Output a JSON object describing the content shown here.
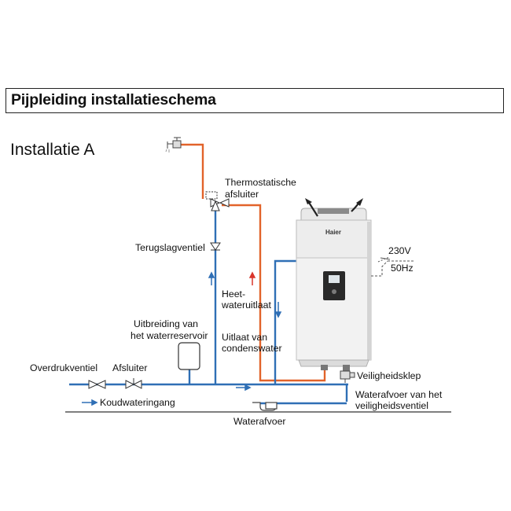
{
  "title": "Pijpleiding installatieschema",
  "subtitle": "Installatie A",
  "labels": {
    "thermo_1": "Thermostatische",
    "thermo_2": "afsluiter",
    "terugslag": "Terugslagventiel",
    "voltage": "230V",
    "frequency": "50Hz",
    "heet_1": "Heet-",
    "heet_2": "wateruitlaat",
    "uitbreiding_1": "Uitbreiding van",
    "uitbreiding_2": "het waterreservoir",
    "uitlaat_1": "Uitlaat van",
    "uitlaat_2": "condenswater",
    "overdruk": "Overdrukventiel",
    "afsluiter": "Afsluiter",
    "veiligheid": "Veiligheidsklep",
    "afvoer_1": "Waterafvoer van het",
    "afvoer_2": "veiligheidsventiel",
    "koud": "Koudwateringang",
    "waterafvoer": "Waterafvoer",
    "brand": "Haier"
  },
  "colors": {
    "hot_pipe": "#e2632a",
    "cold_pipe": "#2f6fb5",
    "red_arrow": "#d9352b",
    "unit_body": "#f1f1f1",
    "panel": "#2a2a2a"
  }
}
